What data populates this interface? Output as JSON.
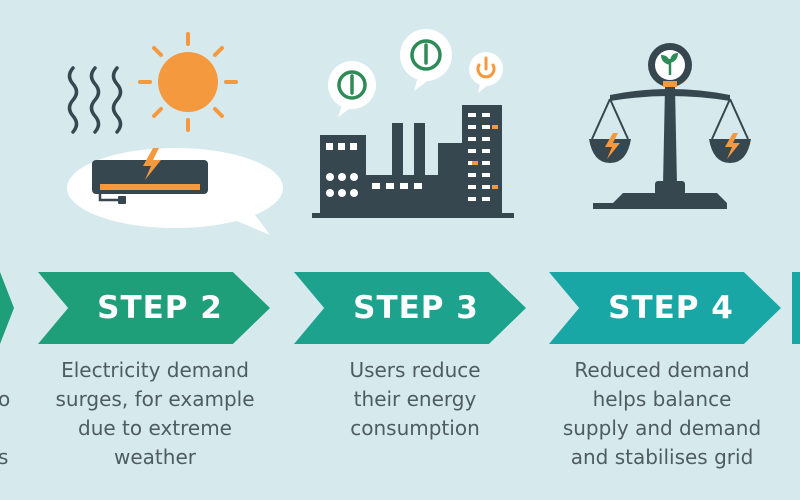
{
  "colors": {
    "background": "#d6eaee",
    "arrow_green": "#1f9e7a",
    "arrow_teal": "#19a7a6",
    "dark": "#37474f",
    "orange": "#f4993d",
    "green_icon": "#2e8b57",
    "text": "#4e5b63"
  },
  "left_cut": {
    "line1": "o",
    "line2": "s"
  },
  "steps": [
    {
      "label": "STEP 2",
      "description": "Electricity demand\nsurges, for example\ndue to extreme\nweather",
      "icon": "air-conditioner-heat-icon"
    },
    {
      "label": "STEP 3",
      "description": "Users reduce\ntheir energy\nconsumption",
      "icon": "factory-power-icon"
    },
    {
      "label": "STEP 4",
      "description": "Reduced demand\nhelps balance\nsupply and demand\nand stabilises grid",
      "icon": "balance-scale-icon"
    }
  ]
}
